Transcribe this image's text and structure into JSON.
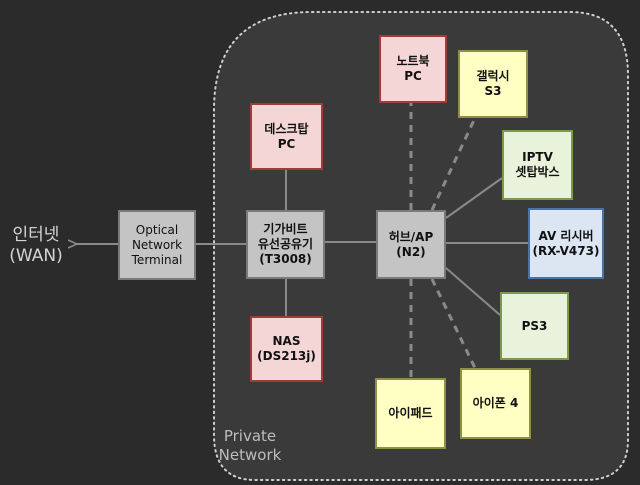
{
  "external": {
    "internet": "인터넷\n(WAN)"
  },
  "region": {
    "label": "Private\nNetwork"
  },
  "nodes": {
    "optical": "Optical\nNetwork\nTerminal",
    "router": "기가비트\n유선공유기\n(T3008)",
    "hub": "허브/AP\n(N2)",
    "desktop": "데스크탑\nPC",
    "nas": "NAS\n(DS213j)",
    "laptop": "노트북\nPC",
    "galaxy": "갤럭시\nS3",
    "iptv": "IPTV\n셋탑박스",
    "av": "AV 리시버\n(RX-V473)",
    "ps3": "PS3",
    "ipad": "아이패드",
    "iphone": "아이폰 4"
  },
  "colors": {
    "wired_node_border": "#a33a3a",
    "wireless_node_border": "#8f8f4a",
    "connector": "#8a8a8a",
    "region_border": "#cfcfcf"
  }
}
